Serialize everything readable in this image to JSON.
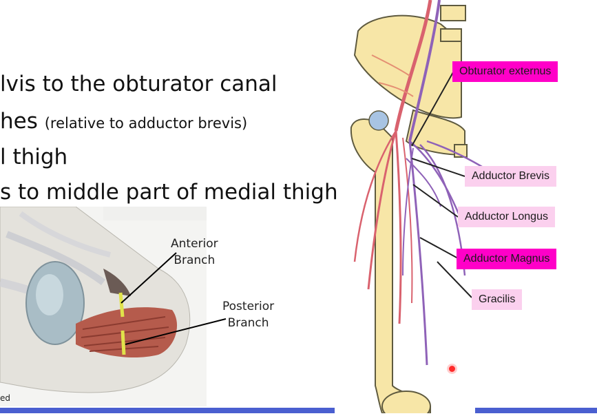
{
  "bullets": {
    "line1": "lvis to the obturator canal",
    "line2_main": "hes",
    "line2_sub": "(relative to adductor brevis)",
    "line3": "l thigh",
    "line4": "s to middle part of medial thigh"
  },
  "left_figure": {
    "label_anterior_line1": "Anterior",
    "label_anterior_line2": "Branch",
    "label_posterior_line1": "Posterior",
    "label_posterior_line2": "Branch",
    "corner_text": "ed"
  },
  "right_figure": {
    "labels": {
      "obturator_externus": "Obturator externus",
      "adductor_brevis": "Adductor Brevis",
      "adductor_longus": "Adductor Longus",
      "adductor_magnus": "Adductor Magnus",
      "gracilis": "Gracilis"
    }
  },
  "colors": {
    "tag_pink": "#fbd0ee",
    "tag_magenta": "#ff00c8",
    "bone": "#f7e6a7",
    "artery": "#d9626e",
    "nerve": "#8f62b8",
    "bottom_bar": "#4a5fd0",
    "cursor": "#ff2b2b"
  }
}
